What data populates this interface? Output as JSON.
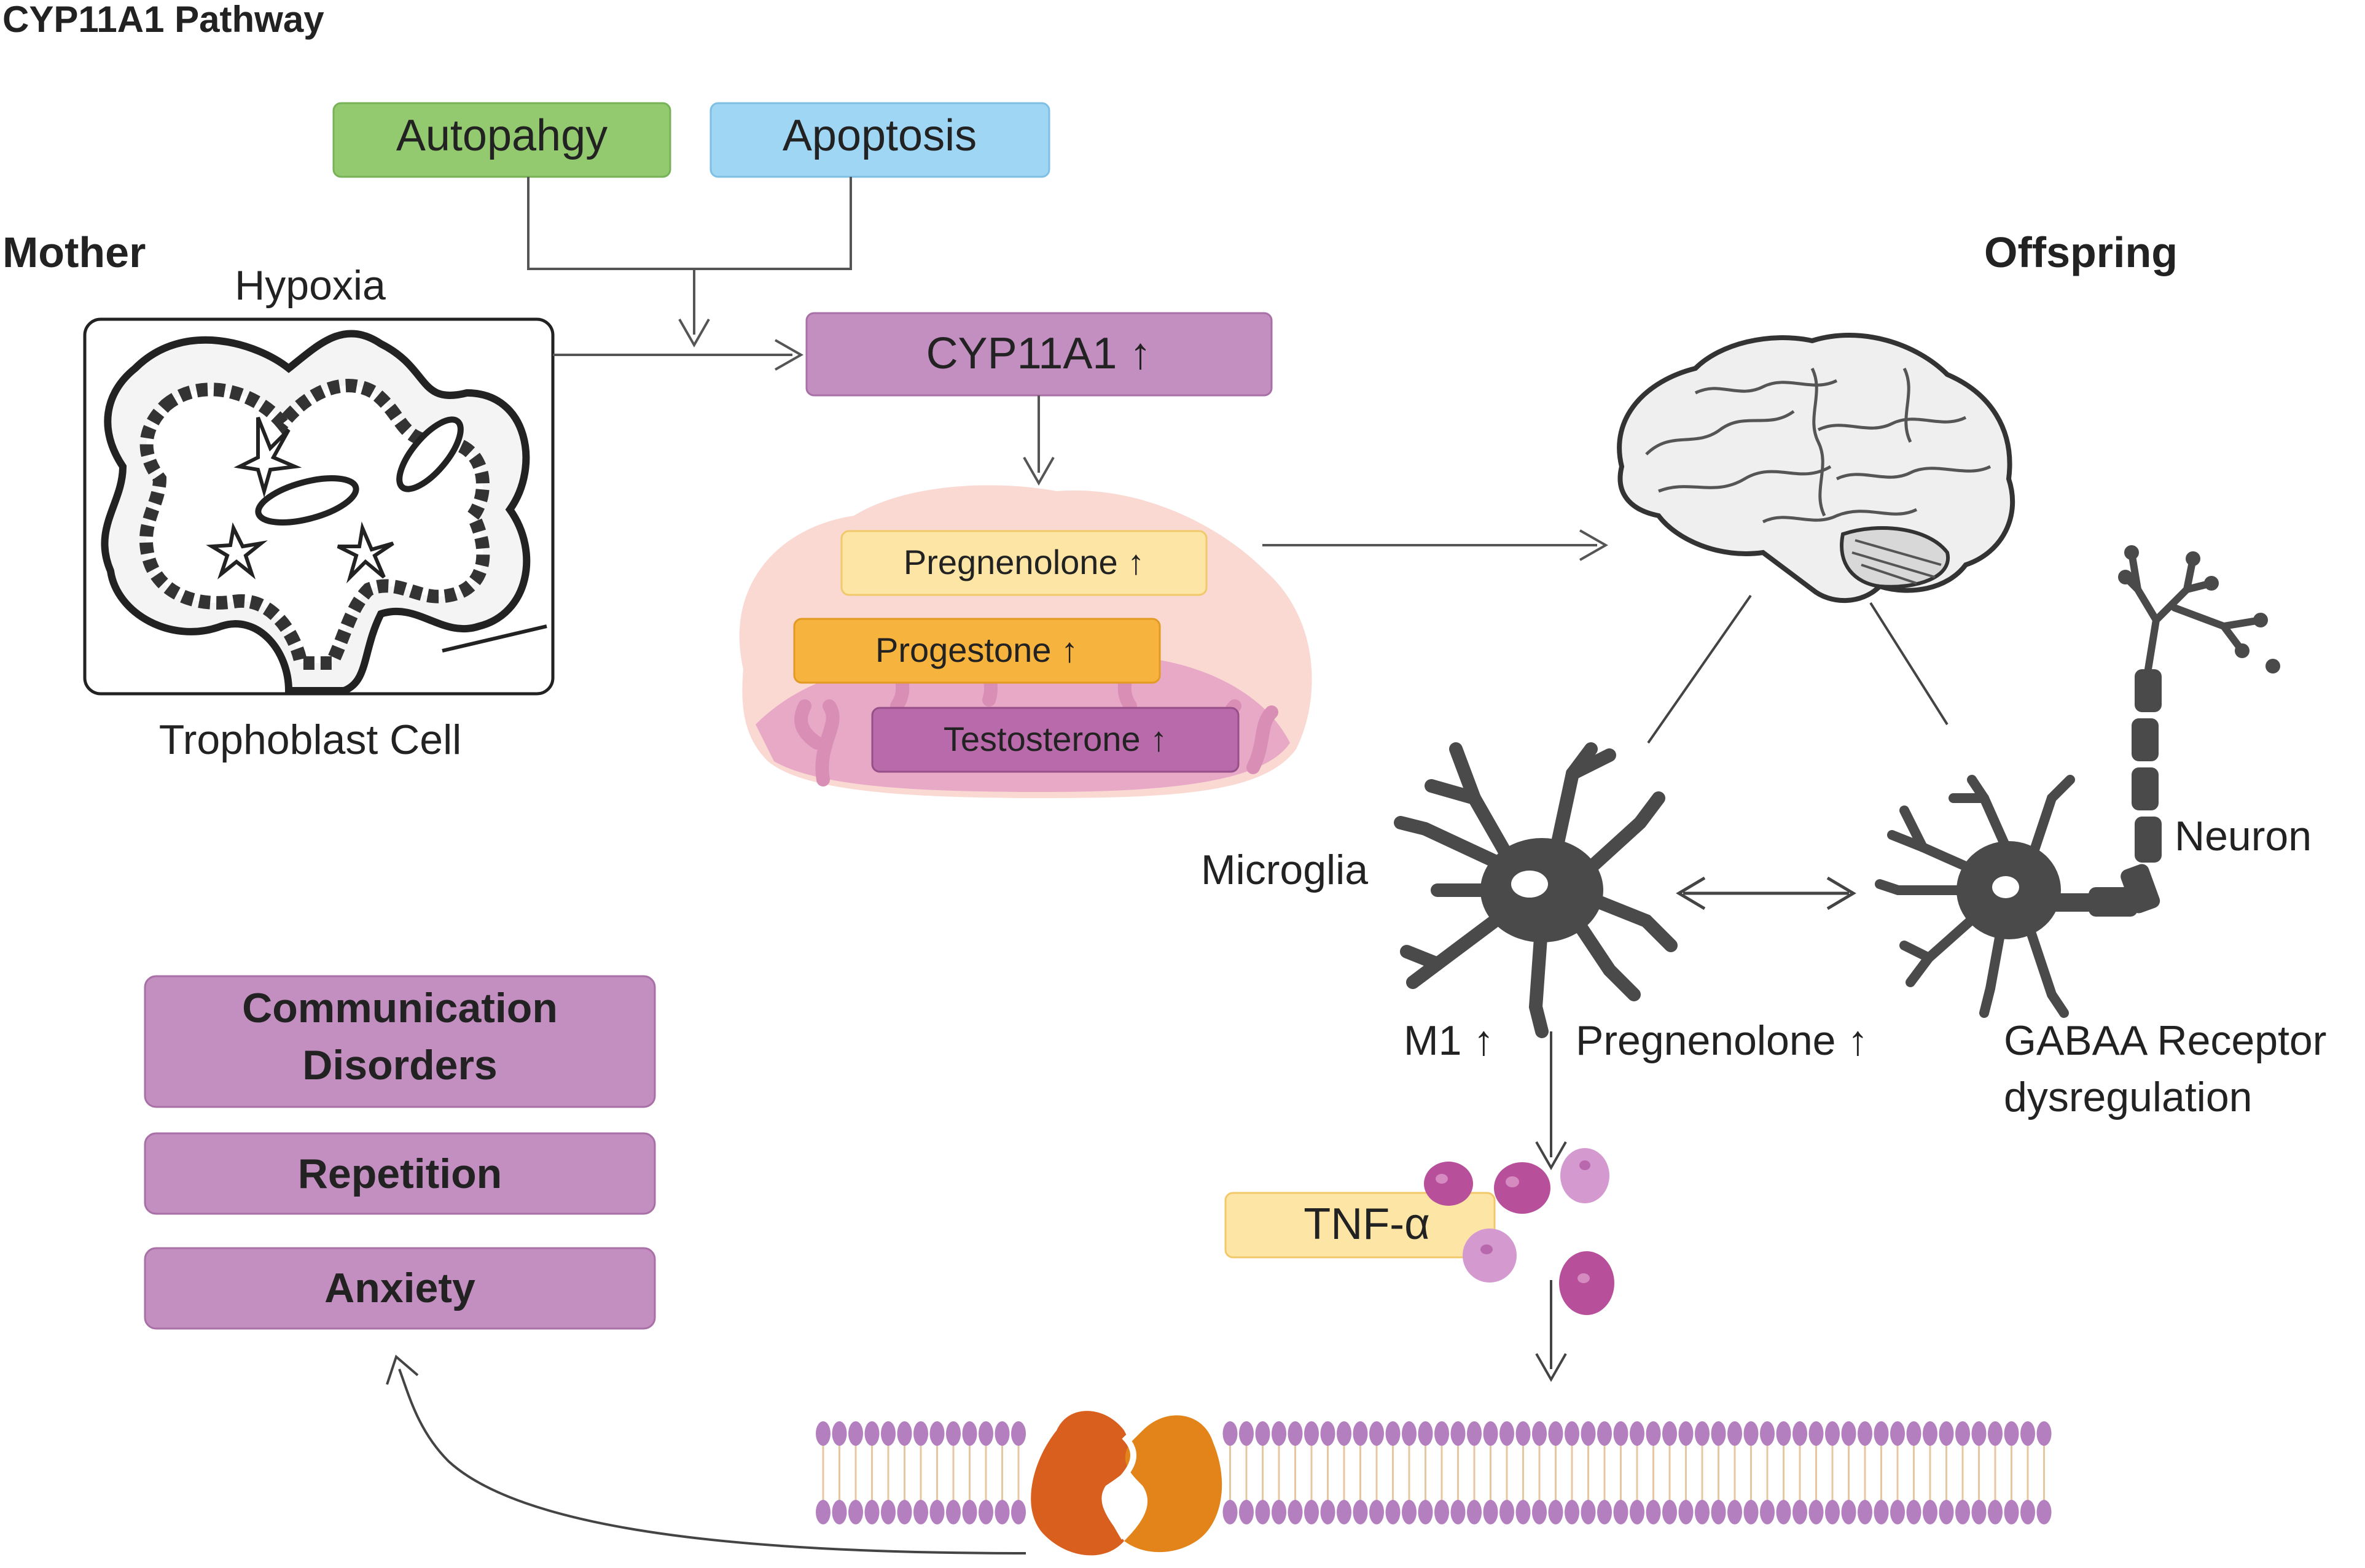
{
  "title": "CYP11A1 Pathway",
  "labels": {
    "mother": "Mother",
    "offspring": "Offspring",
    "hypoxia": "Hypoxia",
    "trophoblast": "Trophoblast Cell",
    "microglia": "Microglia",
    "neuron": "Neuron",
    "m1": "M1",
    "pregnenolone_mg": "Pregnenolone",
    "gabaa_line1": "GABAA Receptor",
    "gabaa_line2": "dysregulation"
  },
  "boxes": {
    "autophagy": "Autopahgy",
    "apoptosis": "Apoptosis",
    "cyp": "CYP11A1",
    "pregnenolone": "Pregnenolone",
    "progestone": "Progestone",
    "testosterone": "Testosterone",
    "tnf": "TNF-α"
  },
  "outcomes": {
    "communication_line1": "Communication",
    "communication_line2": "Disorders",
    "repetition": "Repetition",
    "anxiety": "Anxiety"
  },
  "up_arrow_symbol": "↑",
  "colors": {
    "autophagy": "#93c96f",
    "apoptosis": "#9fd6f4",
    "purple_box": "#c38ec0",
    "pregnenolone": "#fde5a6",
    "progestone": "#f6b33e",
    "testosterone": "#b86aaa",
    "tnf": "#fde5a6",
    "arrow": "#444444",
    "placenta_outer": "#f9d9d2",
    "placenta_inner": "#e8a9c7",
    "cell_dark": "#4a4a4a",
    "membrane": "#b47fbf",
    "receptor_a": "#d95f1e",
    "receptor_b": "#e3841b"
  },
  "icons": {
    "brain": "brain-illustration",
    "microglia": "microglia-cell-icon",
    "neuron": "neuron-cell-icon",
    "trophoblast": "trophoblast-cell-drawing",
    "placenta": "placenta-icon",
    "membrane": "cell-membrane-bilayer",
    "receptor": "receptor-protein-icon"
  }
}
